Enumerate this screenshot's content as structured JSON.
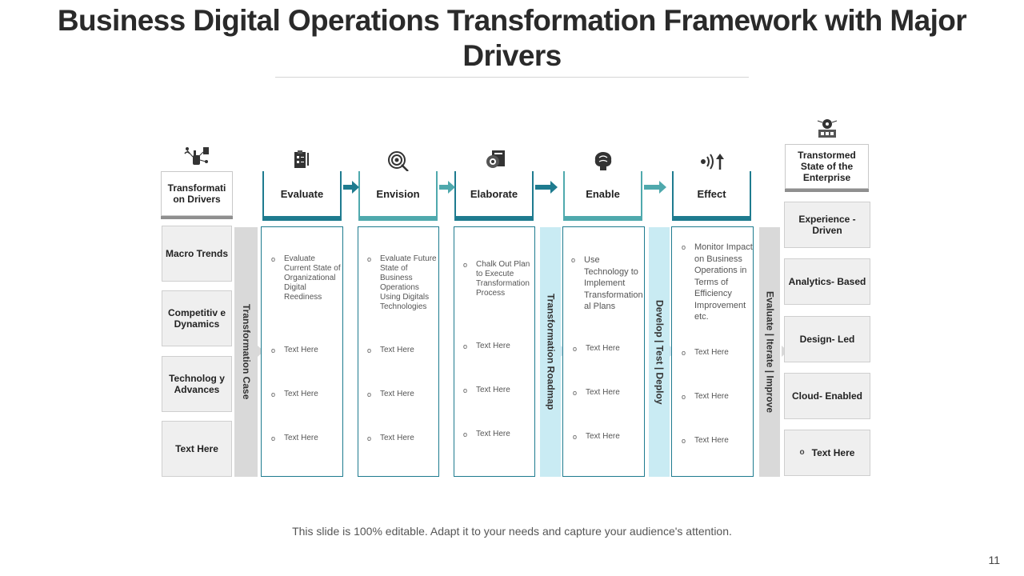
{
  "title": "Business Digital Operations Transformation Framework with Major Drivers",
  "drivers": {
    "header": "Transformati on Drivers",
    "items": [
      "Macro Trends",
      "Competitiv e Dynamics",
      "Technolog y Advances",
      "Text Here"
    ]
  },
  "strips": {
    "case": "Transformation Case",
    "roadmap": "Transformation Roadmap",
    "deploy": "Develop | Test | Deploy",
    "improve": "Evaluate | Iterate | Improve"
  },
  "steps": [
    {
      "label": "Evaluate",
      "icon": "clipboard-icon",
      "bullets": [
        "Evaluate Current State of Organizational Digital Reediness",
        "Text Here",
        "Text Here",
        "Text Here"
      ]
    },
    {
      "label": "Envision",
      "icon": "target-icon",
      "bullets": [
        "Evaluate Future State of Business Operations Using Digitals Technologies",
        "Text Here",
        "Text Here",
        "Text Here"
      ]
    },
    {
      "label": "Elaborate",
      "icon": "gear-document-icon",
      "bullets": [
        "Chalk Out Plan to Execute Transformation Process",
        "Text Here",
        "Text Here",
        "Text Here"
      ]
    },
    {
      "label": "Enable",
      "icon": "brain-icon",
      "bullets": [
        "Use Technology to Implement Transformation al Plans",
        "Text Here",
        "Text Here",
        "Text Here"
      ]
    },
    {
      "label": "Effect",
      "icon": "signal-arrow-icon",
      "bullets": [
        "Monitor Impact on Business Operations in Terms of Efficiency Improvement etc.",
        "Text Here",
        "Text Here",
        "Text Here"
      ]
    }
  ],
  "state": {
    "header": "Transtormed State of the Enterprise",
    "items": [
      "Experience - Driven",
      "Analytics- Based",
      "Design- Led",
      "Cloud- Enabled",
      "Text Here"
    ]
  },
  "colors": {
    "dark_teal": "#1e7b8f",
    "light_teal": "#4fa9ad",
    "light_blue": "#c9ebf3",
    "gray": "#d9d9d9"
  },
  "footer": "This slide is 100% editable. Adapt it to your needs and capture your audience's attention.",
  "page_number": "11"
}
